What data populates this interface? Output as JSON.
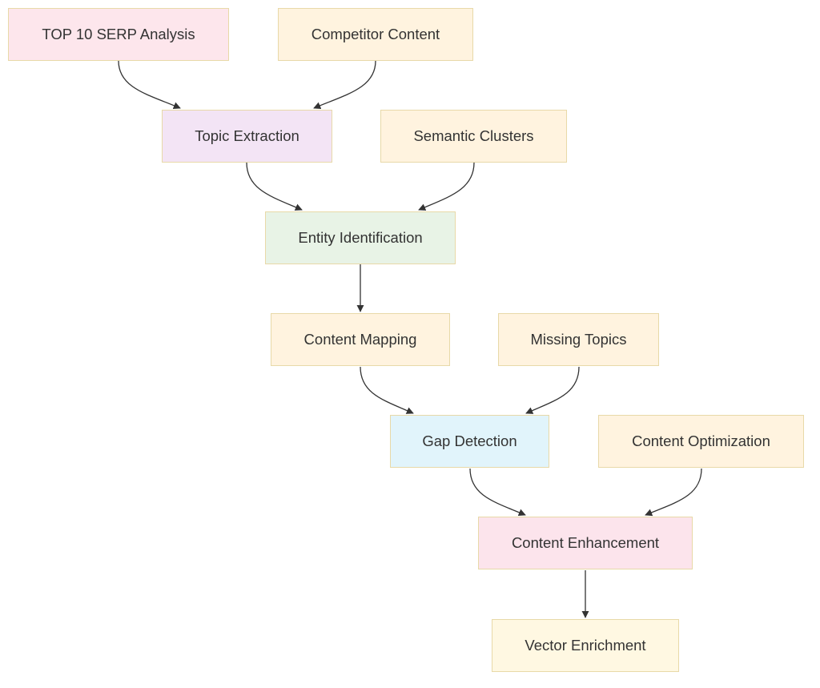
{
  "diagram": {
    "nodes": [
      {
        "id": "n-serp",
        "label": "TOP 10 SERP Analysis",
        "fill": "#fde6ec"
      },
      {
        "id": "n-comp",
        "label": "Competitor Content",
        "fill": "#fff3df"
      },
      {
        "id": "n-topic",
        "label": "Topic Extraction",
        "fill": "#f3e4f5"
      },
      {
        "id": "n-semantic",
        "label": "Semantic Clusters",
        "fill": "#fff3df"
      },
      {
        "id": "n-entity",
        "label": "Entity Identification",
        "fill": "#e8f3e6"
      },
      {
        "id": "n-mapping",
        "label": "Content Mapping",
        "fill": "#fff3df"
      },
      {
        "id": "n-missing",
        "label": "Missing Topics",
        "fill": "#fff3df"
      },
      {
        "id": "n-gap",
        "label": "Gap Detection",
        "fill": "#e1f4fb"
      },
      {
        "id": "n-optim",
        "label": "Content Optimization",
        "fill": "#fff3df"
      },
      {
        "id": "n-enhance",
        "label": "Content Enhancement",
        "fill": "#fce4ec"
      },
      {
        "id": "n-vector",
        "label": "Vector Enrichment",
        "fill": "#fff8e2"
      }
    ],
    "edges": [
      {
        "from": "n-serp",
        "to": "n-topic"
      },
      {
        "from": "n-comp",
        "to": "n-topic"
      },
      {
        "from": "n-topic",
        "to": "n-entity"
      },
      {
        "from": "n-semantic",
        "to": "n-entity"
      },
      {
        "from": "n-entity",
        "to": "n-mapping"
      },
      {
        "from": "n-mapping",
        "to": "n-gap"
      },
      {
        "from": "n-missing",
        "to": "n-gap"
      },
      {
        "from": "n-gap",
        "to": "n-enhance"
      },
      {
        "from": "n-optim",
        "to": "n-enhance"
      },
      {
        "from": "n-enhance",
        "to": "n-vector"
      }
    ],
    "edge_color": "#333333"
  }
}
